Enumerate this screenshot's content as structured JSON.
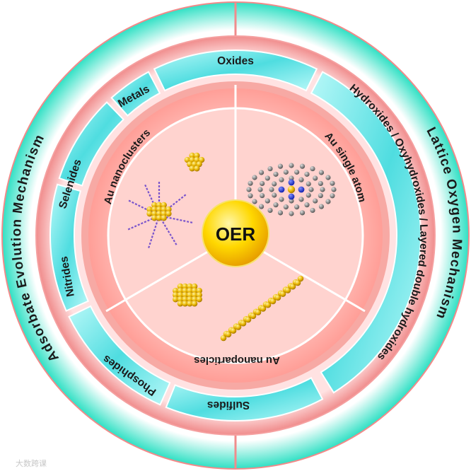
{
  "center": {
    "label": "OER"
  },
  "outer_ring": {
    "left": "Adsorbate  Evolution  Mechanism",
    "right": "Lattice  Oxygen  Mechanism"
  },
  "material_ring": {
    "oxides": "Oxides",
    "hydroxides": "Hydroxides / Oxyhydroxides / Layered double hydroxides",
    "sulfides": "Sulfides",
    "phosphides": "Phosphides",
    "nitrides": "Nitrides",
    "selenides": "Selenides",
    "metals": "Metals"
  },
  "gold_sectors": {
    "nanoclusters": "Au nanoclusters",
    "single_atom": "Au single atom",
    "nanoparticles": "Au nanoparticles"
  },
  "colors": {
    "outer_teal": "#2fe0c4",
    "band_red": "#f08c8c",
    "material_teal": "#4fdde0",
    "inner_pink": "#ffc9c4",
    "center_gold": "#f2c800",
    "atom_gold": "#e8b400",
    "atom_grey": "#8a8a8a",
    "atom_blue": "#2233dd",
    "ligand_purple": "#7a55cc"
  },
  "watermark": "大数跨课"
}
